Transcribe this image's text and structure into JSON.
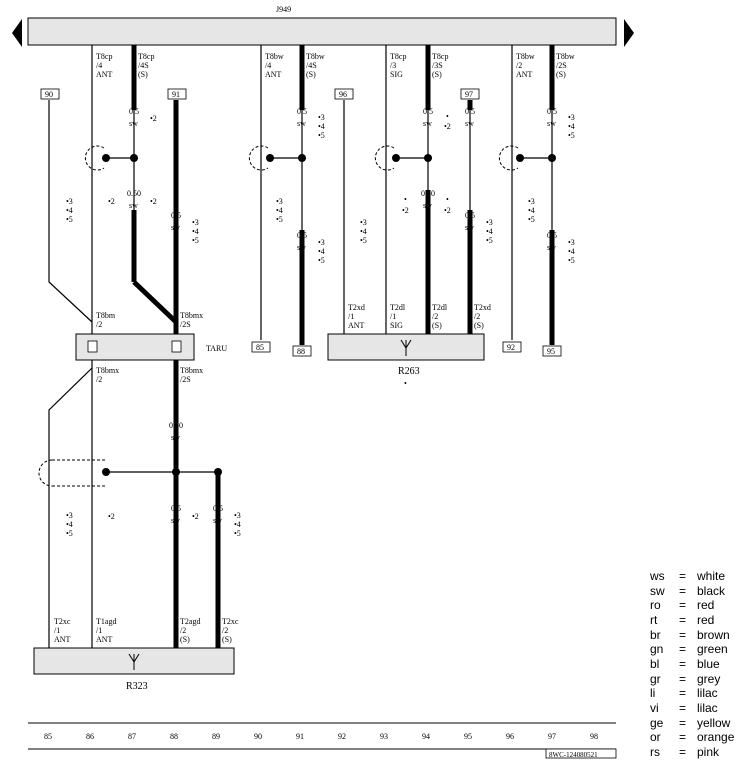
{
  "control_unit": "J949",
  "components": {
    "taru": "TARU",
    "r263": "R263",
    "r323": "R323",
    "r263_note": "•"
  },
  "top_connectors": [
    {
      "pin": "T8cp",
      "num": "/4",
      "sig": "ANT"
    },
    {
      "pin": "T8cp",
      "num": "/4S",
      "sig": "(S)"
    },
    {
      "pin": "T8bw",
      "num": "/4",
      "sig": "ANT"
    },
    {
      "pin": "T8bw",
      "num": "/4S",
      "sig": "(S)"
    },
    {
      "pin": "T8cp",
      "num": "/3",
      "sig": "SIG"
    },
    {
      "pin": "T8cp",
      "num": "/3S",
      "sig": "(S)"
    },
    {
      "pin": "T8bw",
      "num": "/2",
      "sig": "ANT"
    },
    {
      "pin": "T8bw",
      "num": "/2S",
      "sig": "(S)"
    }
  ],
  "taru_connectors": {
    "top_left": {
      "pin": "T8bm",
      "num": "/2"
    },
    "top_right": {
      "pin": "T8bmx",
      "num": "/2S"
    },
    "bot_left": {
      "pin": "T8bmx",
      "num": "/2"
    },
    "bot_right": {
      "pin": "T8bmx",
      "num": "/2S"
    }
  },
  "r263_connectors": [
    {
      "pin": "T2xd",
      "num": "/1",
      "sig": "ANT"
    },
    {
      "pin": "T2dl",
      "num": "/1",
      "sig": "SIG"
    },
    {
      "pin": "T2dl",
      "num": "/2",
      "sig": "(S)"
    },
    {
      "pin": "T2xd",
      "num": "/2",
      "sig": "(S)"
    }
  ],
  "r323_connectors": [
    {
      "pin": "T2xc",
      "num": "/1",
      "sig": "ANT"
    },
    {
      "pin": "T1agd",
      "num": "/1",
      "sig": "ANT"
    },
    {
      "pin": "T2agd",
      "num": "/2",
      "sig": "(S)"
    },
    {
      "pin": "T2xc",
      "num": "/2",
      "sig": "(S)"
    }
  ],
  "ref_boxes": [
    "90",
    "91",
    "96",
    "97",
    "85",
    "88",
    "92",
    "95"
  ],
  "wire_labels": {
    "size_05": "0.5",
    "size_050": "0.50",
    "color_sw": "sw"
  },
  "footnotes": {
    "n2": "•2",
    "n3": "•3",
    "n4": "•4",
    "n5": "•5",
    "dot": "•"
  },
  "bottom_axis": [
    "85",
    "86",
    "87",
    "88",
    "89",
    "90",
    "91",
    "92",
    "93",
    "94",
    "95",
    "96",
    "97",
    "98"
  ],
  "doc_id": "8WC-124080521",
  "legend": [
    {
      "code": "ws",
      "eq": "=",
      "name": "white"
    },
    {
      "code": "sw",
      "eq": "=",
      "name": "black"
    },
    {
      "code": "ro",
      "eq": "=",
      "name": "red"
    },
    {
      "code": "rt",
      "eq": "=",
      "name": "red"
    },
    {
      "code": "br",
      "eq": "=",
      "name": "brown"
    },
    {
      "code": "gn",
      "eq": "=",
      "name": "green"
    },
    {
      "code": "bl",
      "eq": "=",
      "name": "blue"
    },
    {
      "code": "gr",
      "eq": "=",
      "name": "grey"
    },
    {
      "code": "li",
      "eq": "=",
      "name": "lilac"
    },
    {
      "code": "vi",
      "eq": "=",
      "name": "lilac"
    },
    {
      "code": "ge",
      "eq": "=",
      "name": "yellow"
    },
    {
      "code": "or",
      "eq": "=",
      "name": "orange"
    },
    {
      "code": "rs",
      "eq": "=",
      "name": "pink"
    }
  ]
}
